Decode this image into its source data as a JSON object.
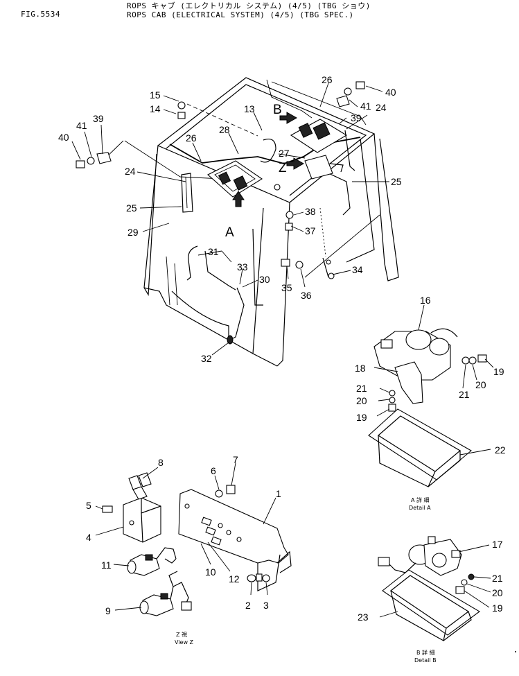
{
  "header": {
    "figure": "FIG.5534",
    "title_jp": "ROPS キャブ (エレクトリカル システム) (4/5) (TBG ショウ)",
    "title_en": "ROPS CAB (ELECTRICAL SYSTEM) (4/5) (TBG SPEC.)"
  },
  "views": {
    "A": "A",
    "B": "B",
    "Z": "Z"
  },
  "captions": {
    "view_z_jp": "Z 視",
    "view_z_en": "View Z",
    "detail_a_jp": "A 詳 細",
    "detail_a_en": "Detail A",
    "detail_b_jp": "B 詳 細",
    "detail_b_en": "Detail B"
  },
  "parts": [
    "1",
    "2",
    "3",
    "4",
    "5",
    "6",
    "7",
    "8",
    "9",
    "10",
    "11",
    "12",
    "13",
    "14",
    "15",
    "16",
    "17",
    "18",
    "19",
    "20",
    "21",
    "22",
    "23",
    "24",
    "25",
    "26",
    "27",
    "28",
    "29",
    "30",
    "31",
    "32",
    "33",
    "34",
    "35",
    "36",
    "37",
    "38",
    "39",
    "40",
    "41"
  ]
}
